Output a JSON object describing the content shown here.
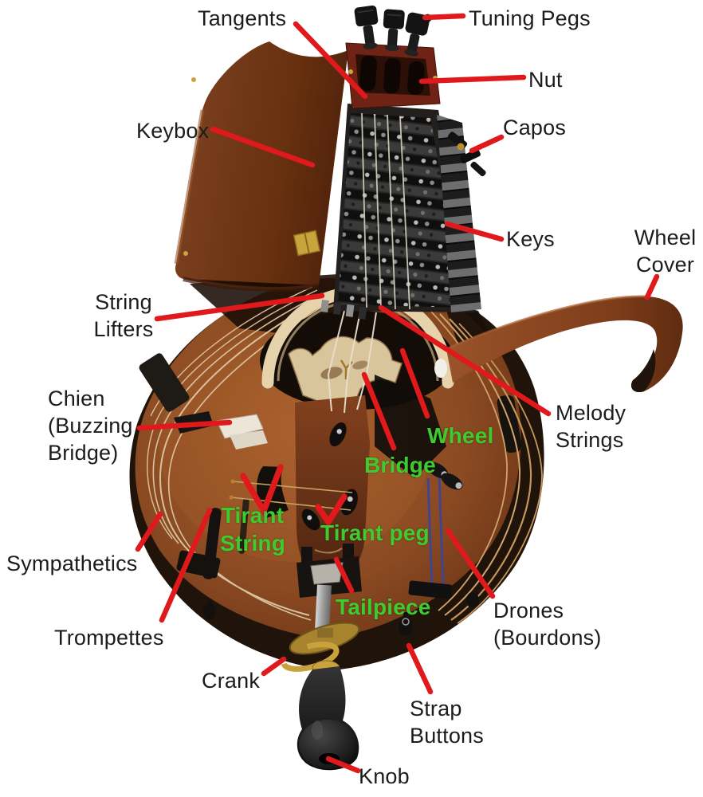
{
  "figure": {
    "title": "Hurdy-gurdy parts diagram",
    "subject": "Photograph of a hurdy-gurdy annotated with part names"
  },
  "colors": {
    "background": "#ffffff",
    "label-text": "#1c1c1c",
    "label-green": "#3ecb2f",
    "leader-red": "#e0191c",
    "body-wood": "#8a4a26",
    "rim-dark": "#201309",
    "wheel-cream": "#e6d3ab"
  },
  "labels": {
    "tangents": {
      "text": "Tangents"
    },
    "tuning_pegs": {
      "text": "Tuning Pegs"
    },
    "nut": {
      "text": "Nut"
    },
    "keybox": {
      "text": "Keybox"
    },
    "capos": {
      "text": "Capos"
    },
    "keys": {
      "text": "Keys"
    },
    "wheel_cover": {
      "text": "Wheel\nCover"
    },
    "string_lifters": {
      "text": "String\nLifters"
    },
    "melody_strings": {
      "text": "Melody\nStrings"
    },
    "chien": {
      "text": "Chien\n(Buzzing\nBridge)"
    },
    "wheel": {
      "text": "Wheel"
    },
    "bridge": {
      "text": "Bridge"
    },
    "tirant_string": {
      "text": "Tirant\nString"
    },
    "tirant_peg": {
      "text": "Tirant peg"
    },
    "sympathetics": {
      "text": "Sympathetics"
    },
    "trompettes": {
      "text": "Trompettes"
    },
    "tailpiece": {
      "text": "Tailpiece"
    },
    "drones": {
      "text": "Drones\n(Bourdons)"
    },
    "crank": {
      "text": "Crank"
    },
    "strap_buttons": {
      "text": "Strap\nButtons"
    },
    "knob": {
      "text": "Knob"
    }
  }
}
